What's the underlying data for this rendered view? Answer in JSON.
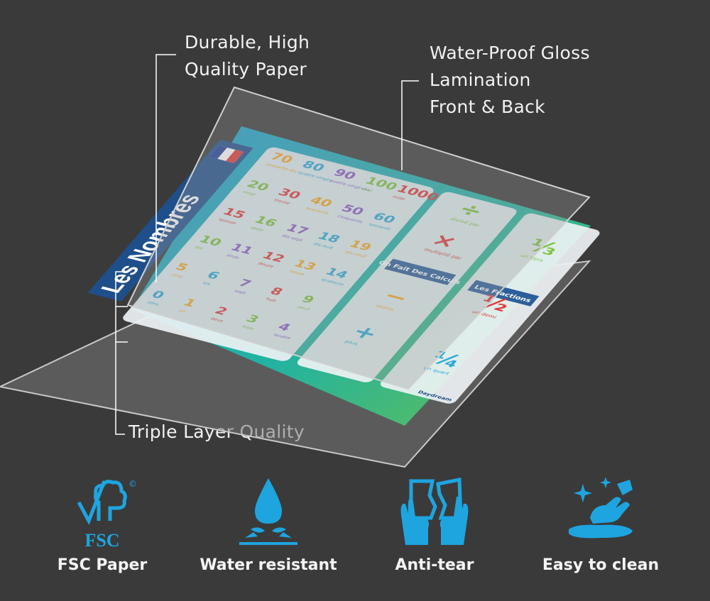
{
  "callouts": {
    "paper": [
      "Durable, High",
      "Quality Paper"
    ],
    "lamination": [
      "Water-Proof Gloss",
      "Lamination",
      "Front & Back"
    ],
    "triple": "Triple Layer Quality"
  },
  "poster": {
    "title": "Les Nombres",
    "brand": "Daydream",
    "numbers": [
      {
        "n": "0",
        "w": "zéro",
        "c": "#2aa8d8"
      },
      {
        "n": "5",
        "w": "cinq",
        "c": "#f5a623"
      },
      {
        "n": "10",
        "w": "dix",
        "c": "#7fc241"
      },
      {
        "n": "15",
        "w": "quinze",
        "c": "#e03a3a"
      },
      {
        "n": "20",
        "w": "vingt",
        "c": "#7fc241"
      },
      {
        "n": "70",
        "w": "soixante-dix",
        "c": "#f5a623"
      },
      {
        "n": "1",
        "w": "un",
        "c": "#f5a623"
      },
      {
        "n": "6",
        "w": "six",
        "c": "#2aa8d8"
      },
      {
        "n": "11",
        "w": "onze",
        "c": "#8a5cc2"
      },
      {
        "n": "16",
        "w": "seize",
        "c": "#7fc241"
      },
      {
        "n": "30",
        "w": "trente",
        "c": "#e03a3a"
      },
      {
        "n": "80",
        "w": "quatre-vingts",
        "c": "#2aa8d8"
      },
      {
        "n": "2",
        "w": "deux",
        "c": "#e03a3a"
      },
      {
        "n": "7",
        "w": "sept",
        "c": "#8a5cc2"
      },
      {
        "n": "12",
        "w": "douze",
        "c": "#e03a3a"
      },
      {
        "n": "17",
        "w": "dix-sept",
        "c": "#8a5cc2"
      },
      {
        "n": "40",
        "w": "quarante",
        "c": "#f5a623"
      },
      {
        "n": "90",
        "w": "quatre-vingt-dix",
        "c": "#8a5cc2"
      },
      {
        "n": "3",
        "w": "trois",
        "c": "#7fc241"
      },
      {
        "n": "8",
        "w": "huit",
        "c": "#e03a3a"
      },
      {
        "n": "13",
        "w": "treize",
        "c": "#f5a623"
      },
      {
        "n": "18",
        "w": "dix-huit",
        "c": "#2aa8d8"
      },
      {
        "n": "50",
        "w": "cinquante",
        "c": "#8a5cc2"
      },
      {
        "n": "100",
        "w": "cent",
        "c": "#7fc241"
      },
      {
        "n": "4",
        "w": "quatre",
        "c": "#8a5cc2"
      },
      {
        "n": "9",
        "w": "neuf",
        "c": "#7fc241"
      },
      {
        "n": "14",
        "w": "quatorze",
        "c": "#2aa8d8"
      },
      {
        "n": "19",
        "w": "dix-neuf",
        "c": "#f5a623"
      },
      {
        "n": "60",
        "w": "soixante",
        "c": "#2aa8d8"
      },
      {
        "n": "1000",
        "w": "mille",
        "c": "#e03a3a"
      }
    ],
    "calculs": {
      "title": "On Fait Des Calculs",
      "ops": [
        {
          "sym": "+",
          "w": "plus",
          "c": "#2aa8d8"
        },
        {
          "sym": "−",
          "w": "moins",
          "c": "#f5a623"
        },
        {
          "sym": "×",
          "w": "multiplié par",
          "c": "#e03a3a"
        },
        {
          "sym": "÷",
          "w": "divisé par",
          "c": "#7fc241"
        }
      ]
    },
    "fractions": {
      "title": "Les Fractions",
      "items": [
        {
          "sym": "¼",
          "w": "un quart",
          "c": "#2aa8d8"
        },
        {
          "sym": "½",
          "w": "un demi",
          "c": "#e03a3a"
        },
        {
          "sym": "⅓",
          "w": "un tiers",
          "c": "#7fc241"
        }
      ]
    }
  },
  "features": [
    {
      "label": "FSC Paper",
      "icon": "fsc-logo-icon",
      "mark": "FSC",
      "copyright": "©"
    },
    {
      "label": "Water resistant",
      "icon": "water-drop-icon"
    },
    {
      "label": "Anti-tear",
      "icon": "hands-tearing-paper-icon"
    },
    {
      "label": "Easy to clean",
      "icon": "hand-wiping-icon"
    }
  ],
  "colors": {
    "background": "#3a3a3a",
    "icon_blue": "#1ea5e0",
    "gradient_start": "#1a9fd6",
    "gradient_end": "#6cc04a"
  }
}
